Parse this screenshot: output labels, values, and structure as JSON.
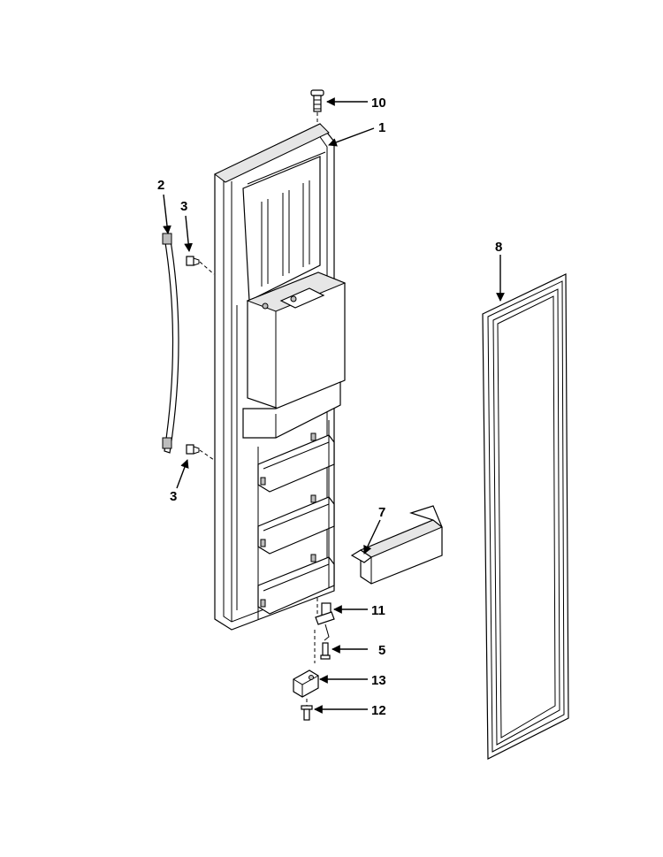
{
  "diagram": {
    "callouts": {
      "c1": "1",
      "c2": "2",
      "c3a": "3",
      "c3b": "3",
      "c5": "5",
      "c7": "7",
      "c8": "8",
      "c10": "10",
      "c11": "11",
      "c12": "12",
      "c13": "13"
    }
  }
}
